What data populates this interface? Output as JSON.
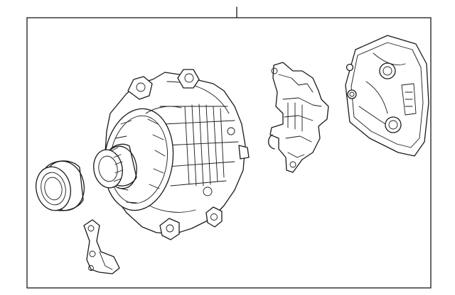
{
  "diagram": {
    "callout_count": 1,
    "parts": [
      {
        "name": "alternator-assembly",
        "icon": "alternator-icon"
      },
      {
        "name": "pulley",
        "icon": "pulley-icon"
      },
      {
        "name": "mounting-bracket",
        "icon": "bracket-icon"
      },
      {
        "name": "voltage-regulator",
        "icon": "regulator-icon"
      },
      {
        "name": "rear-cover",
        "icon": "cover-icon"
      }
    ],
    "colors": {
      "line": "#1a1a1a",
      "background": "#ffffff"
    }
  }
}
